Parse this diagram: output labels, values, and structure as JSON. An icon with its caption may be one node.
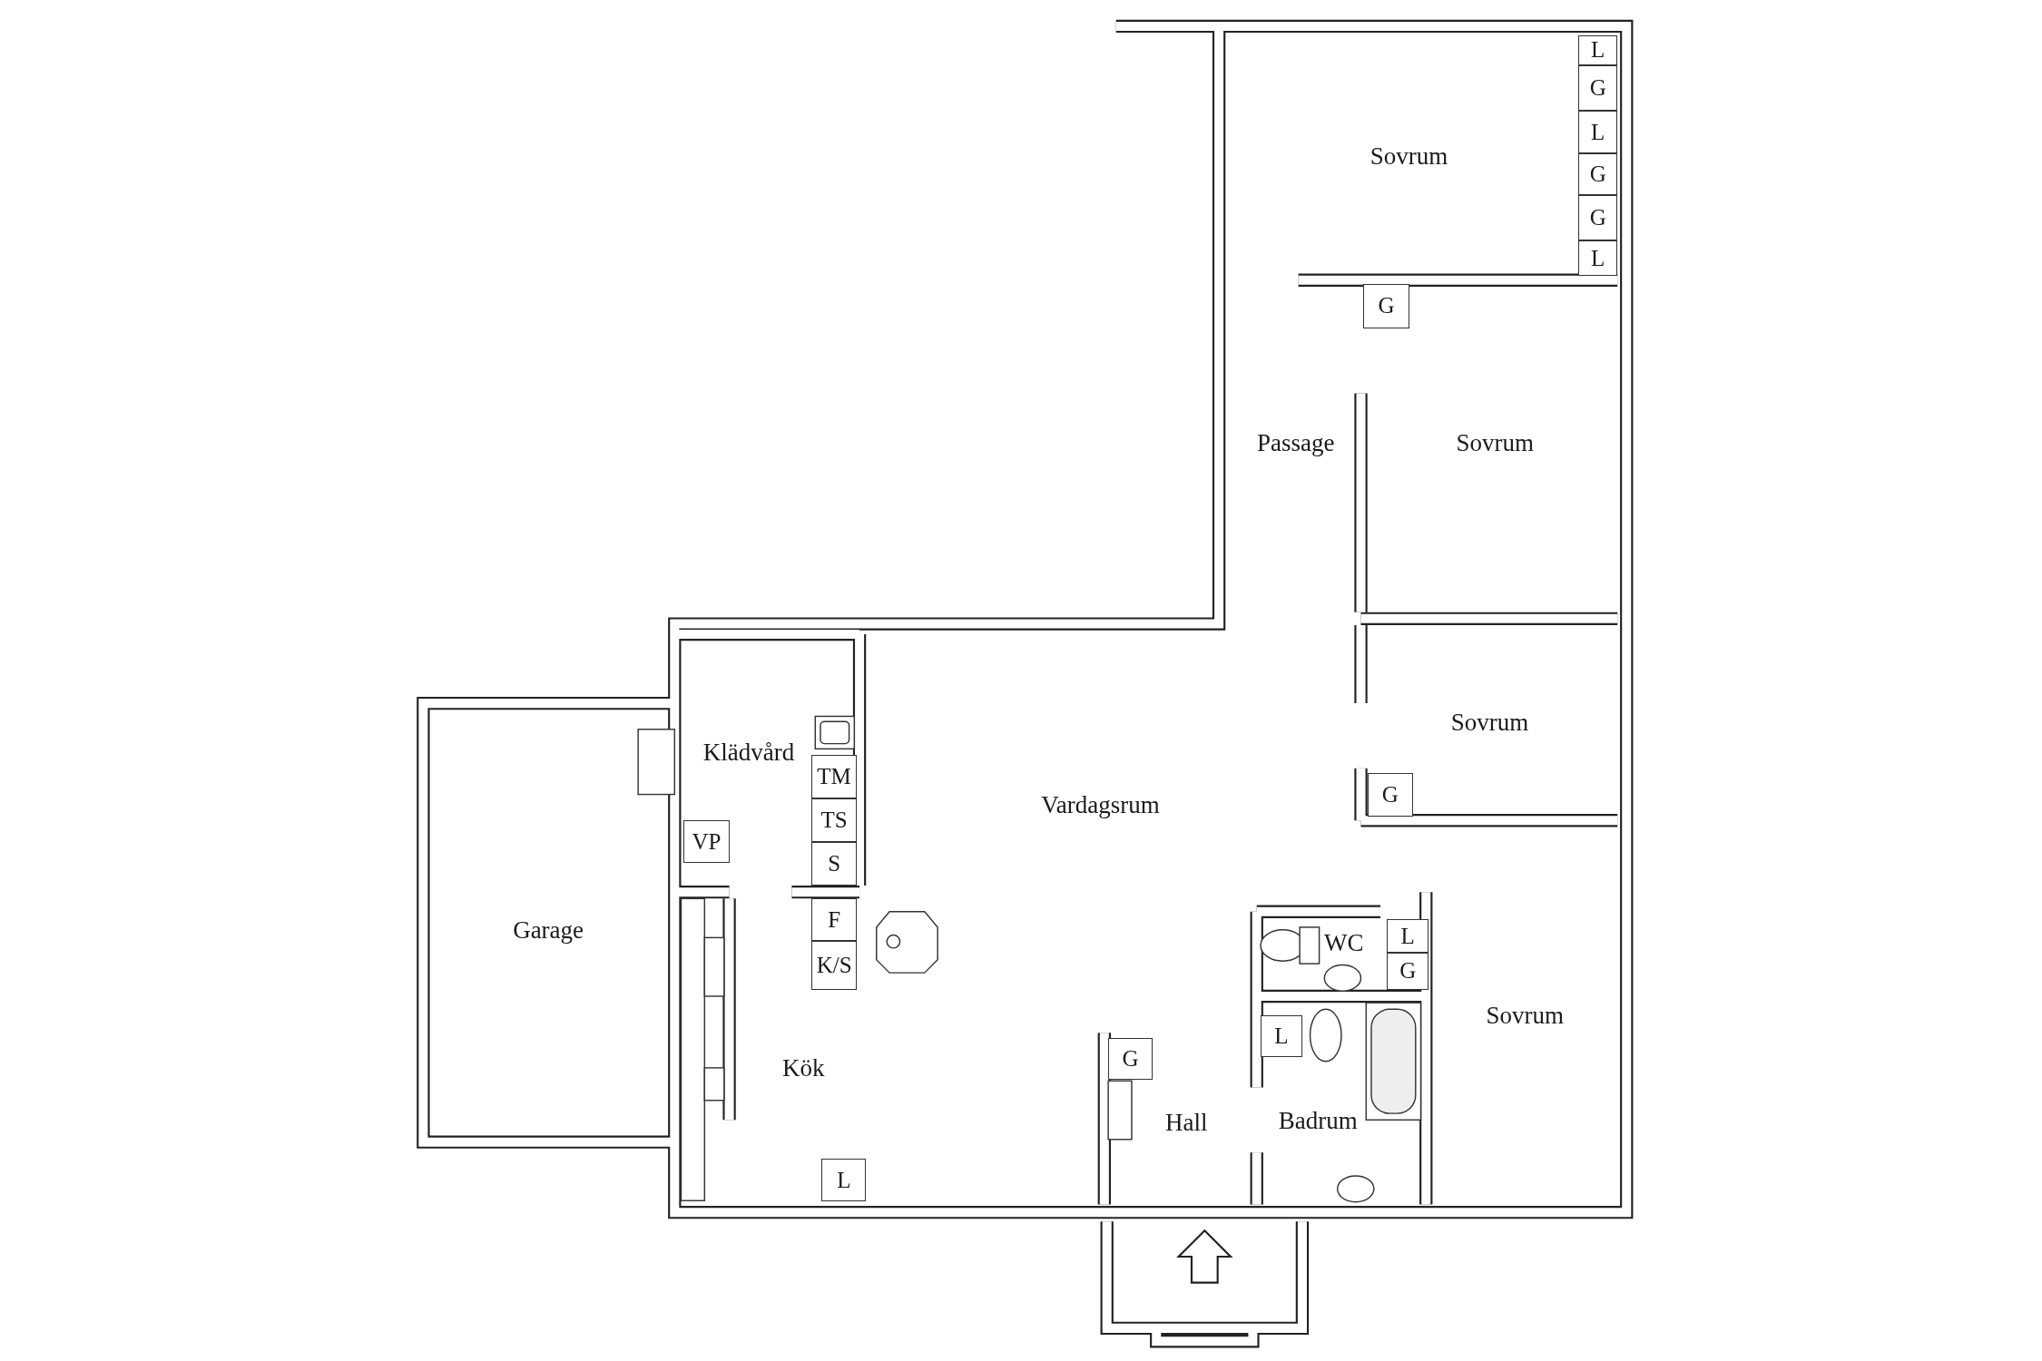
{
  "diagram": {
    "nodes": [
      {
        "text": [
          "L"
        ]
      },
      {
        "text": [
          "G"
        ]
      },
      {
        "text": [
          "L"
        ]
      },
      {
        "text": [
          "G"
        ]
      },
      {
        "text": [
          "G"
        ]
      },
      {
        "text": [
          "L"
        ]
      },
      {
        "text": [
          "G"
        ]
      },
      {
        "text": [
          "TM"
        ]
      },
      {
        "text": [
          "G"
        ]
      },
      {
        "text": [
          "TS"
        ]
      },
      {
        "text": [
          "VP"
        ]
      },
      {
        "text": [
          "S"
        ]
      },
      {
        "text": [
          "F"
        ]
      },
      {
        "text": [
          "L"
        ]
      },
      {
        "text": [
          "K/S"
        ]
      },
      {
        "text": [
          "G"
        ]
      },
      {
        "text": [
          "L"
        ]
      },
      {
        "text": [
          "G"
        ]
      },
      {
        "text": [
          "L"
        ]
      }
    ],
    "edges": [],
    "labels": [
      "Sovrum",
      "Passage",
      "Sovrum",
      "Sovrum",
      "Klädvård",
      "Vardagsrum",
      "Garage",
      "WC",
      "Sovrum",
      "Kök",
      "Hall",
      "Badrum"
    ]
  }
}
